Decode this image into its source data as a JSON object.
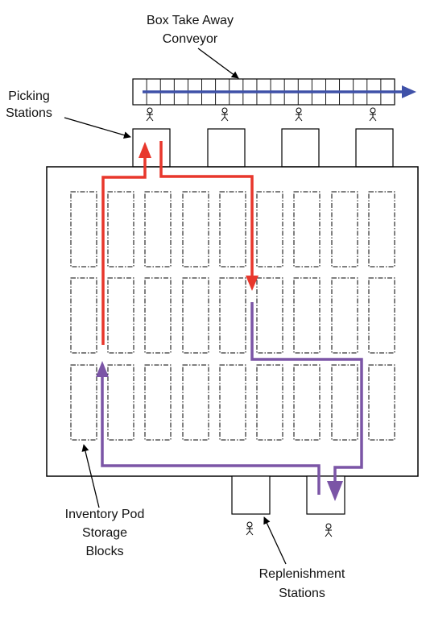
{
  "labels": {
    "conveyor": [
      "Box Take Away",
      "Conveyor"
    ],
    "picking": [
      "Picking",
      "Stations"
    ],
    "inventory": [
      "Inventory Pod",
      "Storage",
      "Blocks"
    ],
    "replenishment": [
      "Replenishment",
      "Stations"
    ]
  },
  "counts": {
    "conveyor_cells": 19,
    "picking_stations": 4,
    "replenishment_stations": 2,
    "block_rows": 3,
    "block_columns": 9
  },
  "colors": {
    "picking_route": "#e8372c",
    "replenishment_route": "#7b55a6",
    "conveyor_arrow": "#3f51a8",
    "outline": "#000000"
  },
  "icons": {
    "worker": "person-icon"
  }
}
